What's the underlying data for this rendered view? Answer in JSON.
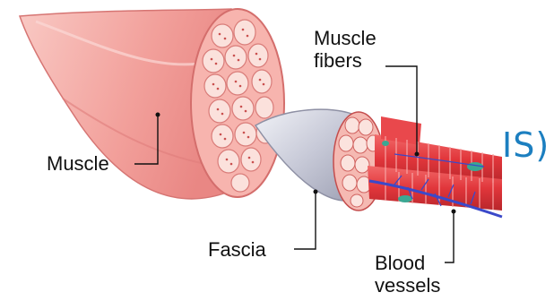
{
  "diagram": {
    "labels": {
      "muscle": "Muscle",
      "muscle_fibers_line1": "Muscle",
      "muscle_fibers_line2": "fibers",
      "fascia": "Fascia",
      "blood_vessels_line1": "Blood",
      "blood_vessels_line2": "vessels"
    },
    "clipped_text": "IS)",
    "colors": {
      "muscle_pink": "#f2a6a2",
      "muscle_dark": "#d96b6b",
      "fascia_grey": "#c9cbd8",
      "fiber_red": "#e33b3f",
      "vessel_blue": "#3b49c9",
      "accent_blue": "#1c7fc0"
    }
  }
}
